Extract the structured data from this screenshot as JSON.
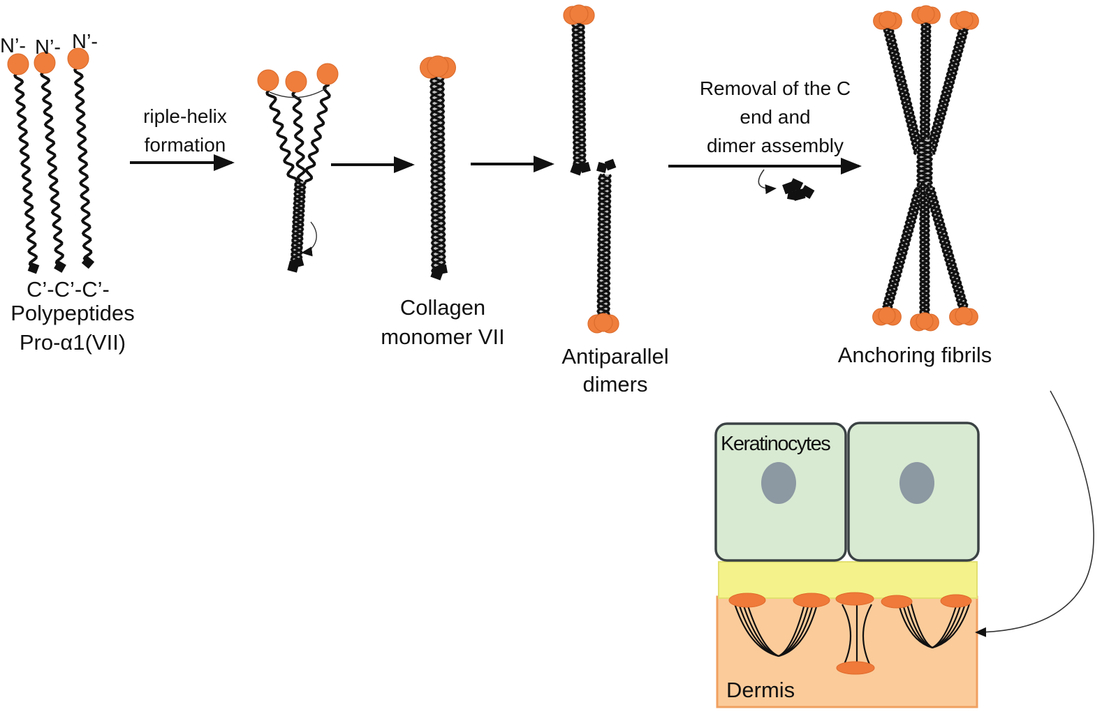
{
  "title": "Collagen VII anchoring fibril assembly",
  "colors": {
    "globular_domain": "#ef7d3b",
    "helix": "#111111",
    "keratinocyte_fill": "#d8ead2",
    "keratinocyte_border": "#3b4244",
    "nucleus": "#8c98a2",
    "basement_membrane": "#f4f28a",
    "dermis": "#fbcb9a",
    "dermis_border": "#f0a060"
  },
  "stages": [
    {
      "id": "polypeptides",
      "n_label": "N’-",
      "c_label": "C’-C’-C’-",
      "label_lines": [
        "Polypeptides",
        "Pro-α1(VII)"
      ]
    },
    {
      "id": "triple-helix",
      "label_lines": []
    },
    {
      "id": "monomer",
      "label_lines": [
        "Collagen",
        "monomer VII"
      ]
    },
    {
      "id": "dimers",
      "label_lines": [
        "Antiparallel",
        "dimers"
      ]
    },
    {
      "id": "fibrils",
      "label_lines": [
        "Anchoring fibrils"
      ]
    }
  ],
  "arrows": [
    {
      "from": "polypeptides",
      "to": "triple-helix",
      "label_lines": [
        "riple-helix",
        "formation"
      ]
    },
    {
      "from": "triple-helix",
      "to": "monomer",
      "label_lines": []
    },
    {
      "from": "monomer",
      "to": "dimers",
      "label_lines": []
    },
    {
      "from": "dimers",
      "to": "fibrils",
      "label_lines": [
        "Removal of the C",
        "end and",
        "dimer assembly"
      ]
    }
  ],
  "skin": {
    "keratinocytes_label": "Keratinocytes",
    "dermis_label": "Dermis"
  }
}
